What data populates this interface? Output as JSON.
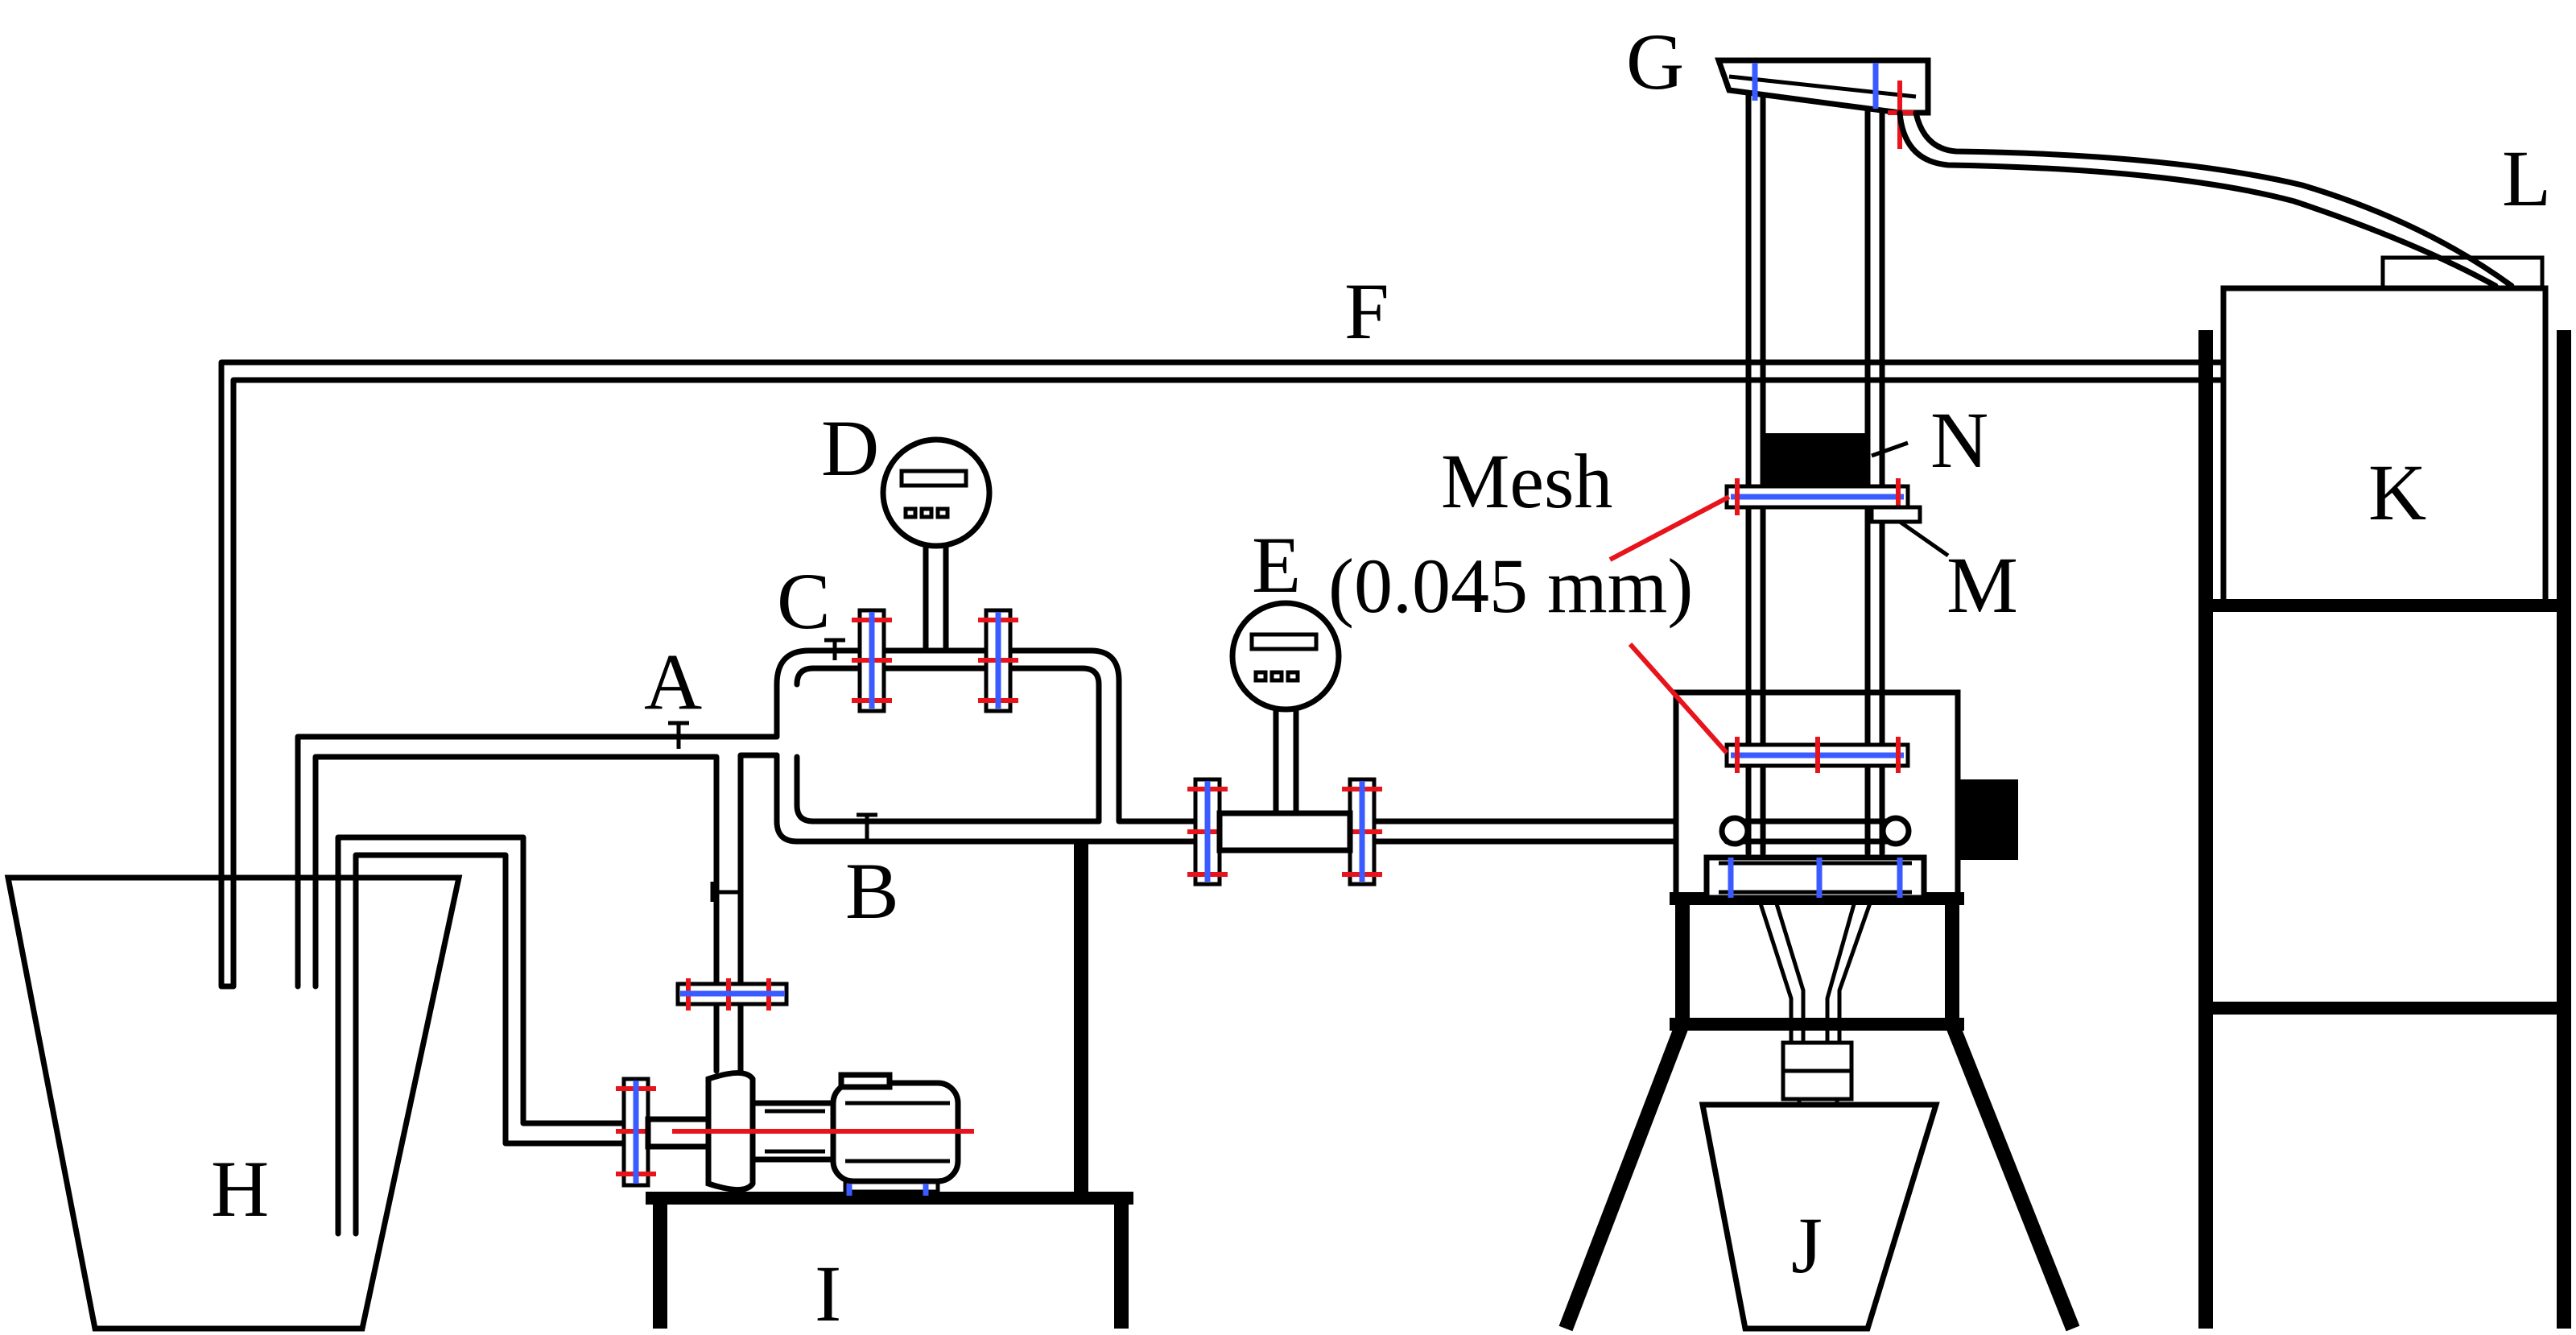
{
  "labels": {
    "A": "A",
    "B": "B",
    "C": "C",
    "D": "D",
    "E": "E",
    "F": "F",
    "G": "G",
    "H": "H",
    "I": "I",
    "J": "J",
    "K": "K",
    "L": "L",
    "M": "M",
    "N": "N",
    "mesh_line1": "Mesh",
    "mesh_line2": "(0.045 mm)"
  },
  "colors": {
    "line": "#000000",
    "accent_red": "#e8141c",
    "accent_blue": "#3a5bff"
  }
}
